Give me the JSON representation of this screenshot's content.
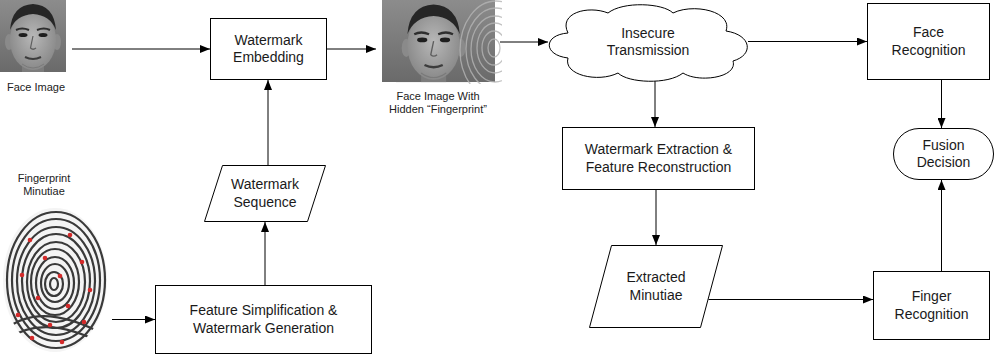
{
  "diagram": {
    "nodes": [
      {
        "text": [
          "Face Image"
        ]
      },
      {
        "text": [
          "Watermark Embedding"
        ]
      },
      {
        "text": [
          "Face Image With Hidden “Fingerprint”"
        ]
      },
      {
        "text": [
          "Insecure Transmission"
        ]
      },
      {
        "text": [
          "Face Recognition"
        ]
      },
      {
        "text": [
          "Watermark Sequence"
        ]
      },
      {
        "text": [
          "Watermark Extraction & Feature Reconstruction"
        ]
      },
      {
        "text": [
          "Fusion Decision"
        ]
      },
      {
        "text": [
          "Fingerprint Minutiae"
        ]
      },
      {
        "text": [
          "Extracted Minutiae"
        ]
      },
      {
        "text": [
          "Finger Recognition"
        ]
      },
      {
        "text": [
          "Feature Simplification & Watermark Generation"
        ]
      }
    ],
    "edges": [
      {
        "from": 0,
        "to": 1,
        "arrow": "to"
      },
      {
        "from": 5,
        "to": 1,
        "arrow": "to"
      },
      {
        "from": 1,
        "to": 2,
        "arrow": "to"
      },
      {
        "from": 2,
        "to": 3,
        "arrow": "to"
      },
      {
        "from": 3,
        "to": 4,
        "arrow": "to"
      },
      {
        "from": 3,
        "to": 6,
        "arrow": "to"
      },
      {
        "from": 4,
        "to": 7,
        "arrow": "to"
      },
      {
        "from": 6,
        "to": 9,
        "arrow": "to"
      },
      {
        "from": 9,
        "to": 10,
        "arrow": "to"
      },
      {
        "from": 10,
        "to": 7,
        "arrow": "to"
      },
      {
        "from": 8,
        "to": 11,
        "arrow": "to"
      },
      {
        "from": 11,
        "to": 5,
        "arrow": "to"
      }
    ]
  }
}
